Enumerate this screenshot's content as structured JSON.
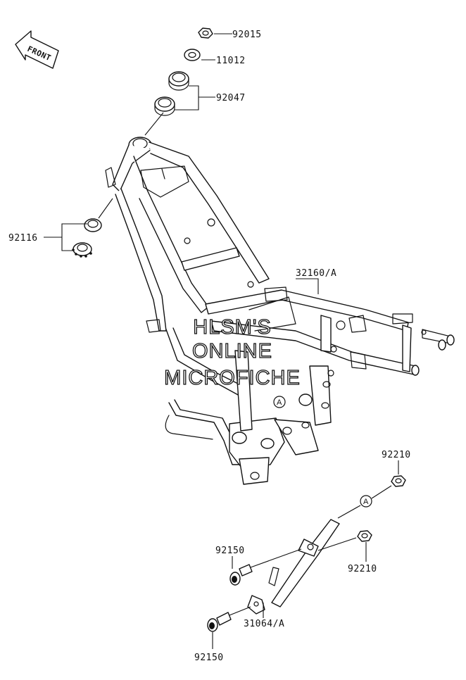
{
  "direction_arrow": {
    "label": "FRONT"
  },
  "parts": [
    {
      "code": "92015"
    },
    {
      "code": "11012"
    },
    {
      "code": "92047"
    },
    {
      "code": "92116"
    },
    {
      "code": "32160/A"
    },
    {
      "code": "92210"
    },
    {
      "code": "92150"
    },
    {
      "code": "92210"
    },
    {
      "code": "31064/A"
    },
    {
      "code": "92150"
    }
  ],
  "reference_marker": "A",
  "watermark": {
    "line1": "HLSM'S",
    "line2": "ONLINE",
    "line3": "MICROFICHE"
  }
}
